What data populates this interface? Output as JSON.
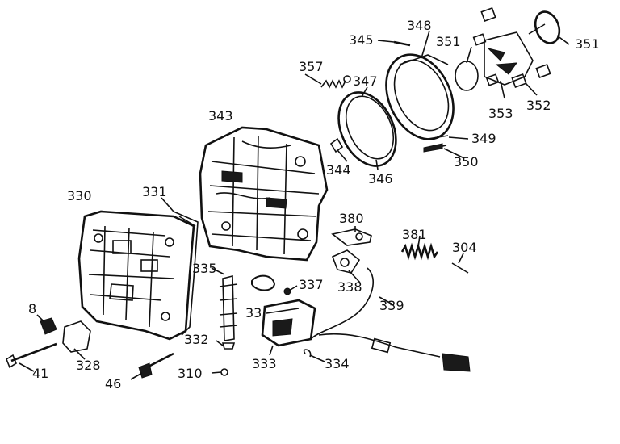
{
  "diagram": {
    "callouts": [
      {
        "id": "345",
        "text": "345"
      },
      {
        "id": "348",
        "text": "348"
      },
      {
        "id": "351a",
        "text": "351"
      },
      {
        "id": "351b",
        "text": "351"
      },
      {
        "id": "357",
        "text": "357"
      },
      {
        "id": "347",
        "text": "347"
      },
      {
        "id": "353",
        "text": "353"
      },
      {
        "id": "352",
        "text": "352"
      },
      {
        "id": "343",
        "text": "343"
      },
      {
        "id": "349",
        "text": "349"
      },
      {
        "id": "344",
        "text": "344"
      },
      {
        "id": "350",
        "text": "350"
      },
      {
        "id": "346",
        "text": "346"
      },
      {
        "id": "330",
        "text": "330"
      },
      {
        "id": "331",
        "text": "331"
      },
      {
        "id": "380",
        "text": "380"
      },
      {
        "id": "381",
        "text": "381"
      },
      {
        "id": "304",
        "text": "304"
      },
      {
        "id": "335",
        "text": "335"
      },
      {
        "id": "338",
        "text": "338"
      },
      {
        "id": "337",
        "text": "337"
      },
      {
        "id": "339",
        "text": "339"
      },
      {
        "id": "8",
        "text": "8"
      },
      {
        "id": "332",
        "text": "332"
      },
      {
        "id": "33",
        "text": "33"
      },
      {
        "id": "328",
        "text": "328"
      },
      {
        "id": "333",
        "text": "333"
      },
      {
        "id": "334",
        "text": "334"
      },
      {
        "id": "41",
        "text": "41"
      },
      {
        "id": "310",
        "text": "310"
      },
      {
        "id": "46",
        "text": "46"
      }
    ]
  }
}
